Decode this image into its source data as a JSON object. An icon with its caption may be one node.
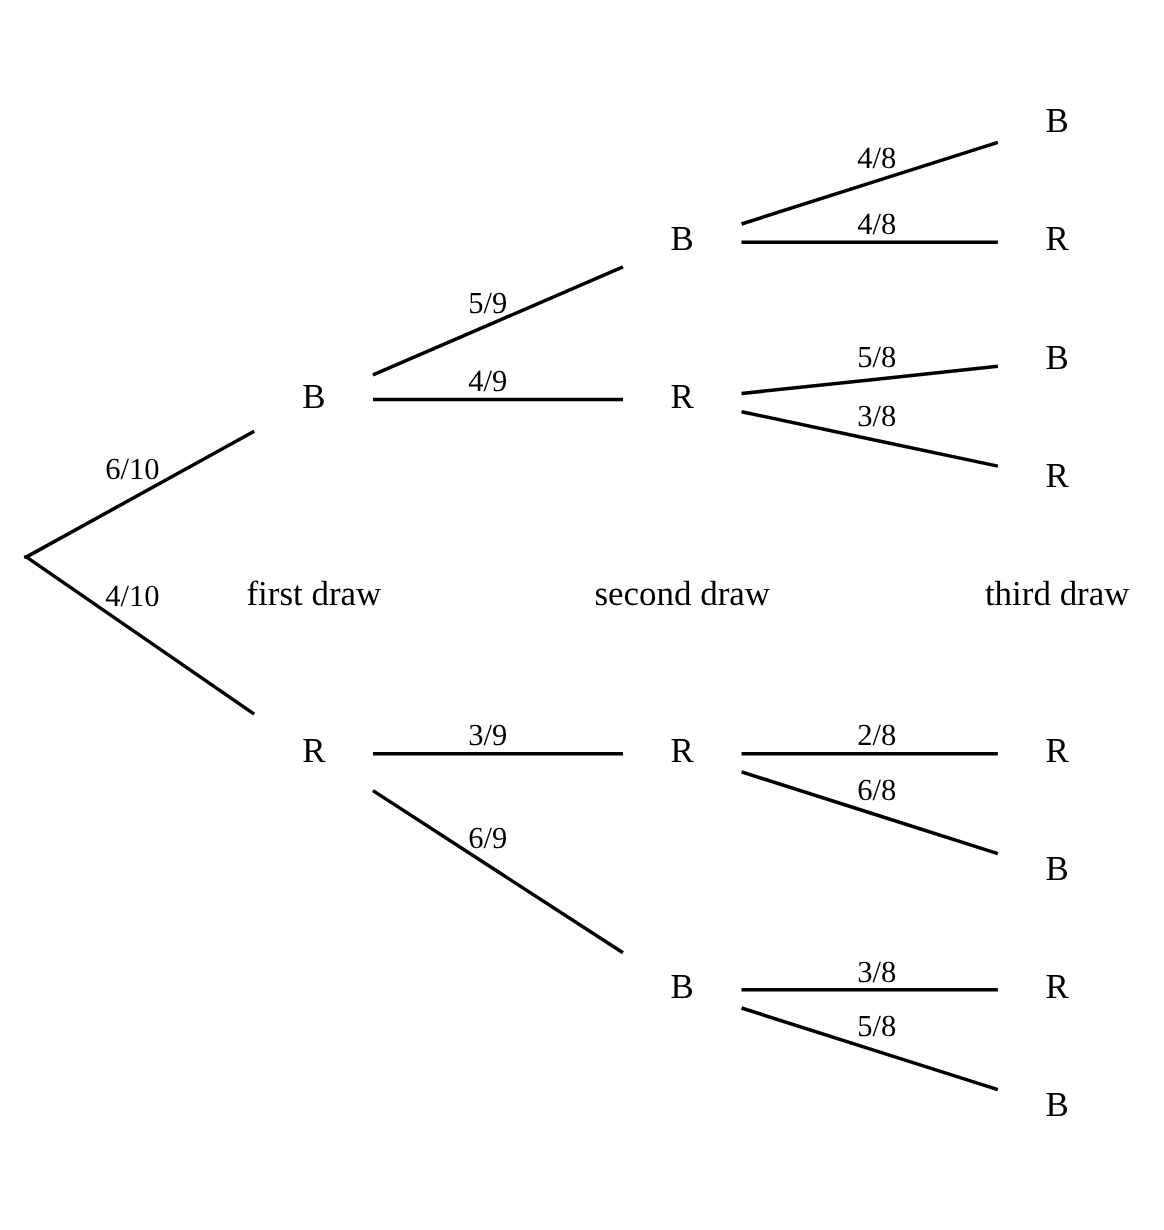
{
  "diagram": {
    "nodes": [
      {
        "text": [],
        "shape": "point"
      },
      {
        "text": [
          "R"
        ]
      },
      {
        "text": [
          "B"
        ]
      },
      {
        "text": [
          "R"
        ]
      },
      {
        "text": [
          "B"
        ]
      },
      {
        "text": [
          "R"
        ]
      },
      {
        "text": [
          "B"
        ]
      },
      {
        "text": [
          "R"
        ]
      },
      {
        "text": [
          "B"
        ]
      },
      {
        "text": [
          "R"
        ]
      },
      {
        "text": [
          "B"
        ]
      },
      {
        "text": [
          "R"
        ]
      },
      {
        "text": [
          "B"
        ]
      },
      {
        "text": [
          "R"
        ]
      },
      {
        "text": [
          "B"
        ]
      }
    ],
    "edges": [
      {
        "from": 0,
        "to": 1,
        "arrow": "none",
        "label": "4/10"
      },
      {
        "from": 0,
        "to": 2,
        "arrow": "none",
        "label": "6/10"
      },
      {
        "from": 1,
        "to": 3,
        "arrow": "none",
        "label": "3/9"
      },
      {
        "from": 1,
        "to": 4,
        "arrow": "none",
        "label": "6/9"
      },
      {
        "from": 2,
        "to": 5,
        "arrow": "none",
        "label": "4/9"
      },
      {
        "from": 2,
        "to": 6,
        "arrow": "none",
        "label": "5/9"
      },
      {
        "from": 3,
        "to": 7,
        "arrow": "none",
        "label": "2/8"
      },
      {
        "from": 3,
        "to": 8,
        "arrow": "none",
        "label": "6/8"
      },
      {
        "from": 4,
        "to": 9,
        "arrow": "none",
        "label": "3/8"
      },
      {
        "from": 4,
        "to": 10,
        "arrow": "none",
        "label": "5/8"
      },
      {
        "from": 5,
        "to": 11,
        "arrow": "none",
        "label": "3/8"
      },
      {
        "from": 5,
        "to": 12,
        "arrow": "none",
        "label": "5/8"
      },
      {
        "from": 6,
        "to": 13,
        "arrow": "none",
        "label": "4/8"
      },
      {
        "from": 6,
        "to": 14,
        "arrow": "none",
        "label": "4/8"
      }
    ],
    "labels": [
      "first draw",
      "second draw",
      "third draw"
    ]
  }
}
